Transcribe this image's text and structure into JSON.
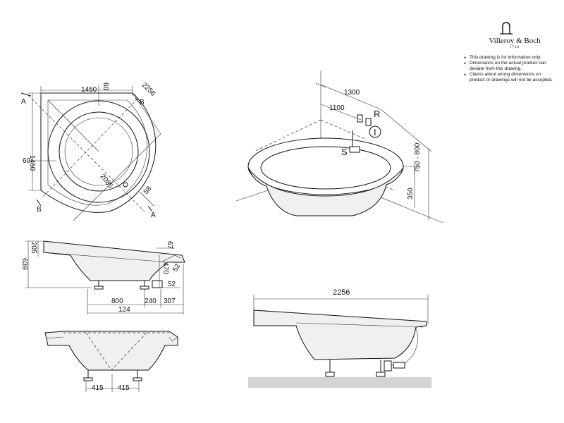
{
  "brand": {
    "name": "Villeroy & Boch",
    "year": "1748",
    "notes": [
      "This drawing is for information only.",
      "Dimensions on the actual product can deviate from this drawing.",
      "Claims about wrong dimensions on product or drawings will not be accepted."
    ]
  },
  "plan_view": {
    "width": "1450",
    "depth": "1450",
    "offset_top": "60",
    "offset_left": "60",
    "diagonal": "2256",
    "inner_diameter": "2085",
    "corner_offset": "58",
    "section_a": "A",
    "section_b": "B"
  },
  "side_view": {
    "total_height": "639",
    "rim_height": "205",
    "rim_lip": "67",
    "front_height": "470",
    "foot_height": "52",
    "overflow": "52",
    "foot_spacing": "800",
    "foot_to_end": "240",
    "end_offset": "307",
    "overall": "124"
  },
  "front_view": {
    "half_left": "415",
    "half_right": "415"
  },
  "long_section": {
    "length": "2256"
  },
  "installation": {
    "wall_a": "1300",
    "wall_b": "1100",
    "label_r": "R",
    "label_s": "S",
    "label_i": "I",
    "low_height": "350",
    "height_range": "750 - 800"
  }
}
